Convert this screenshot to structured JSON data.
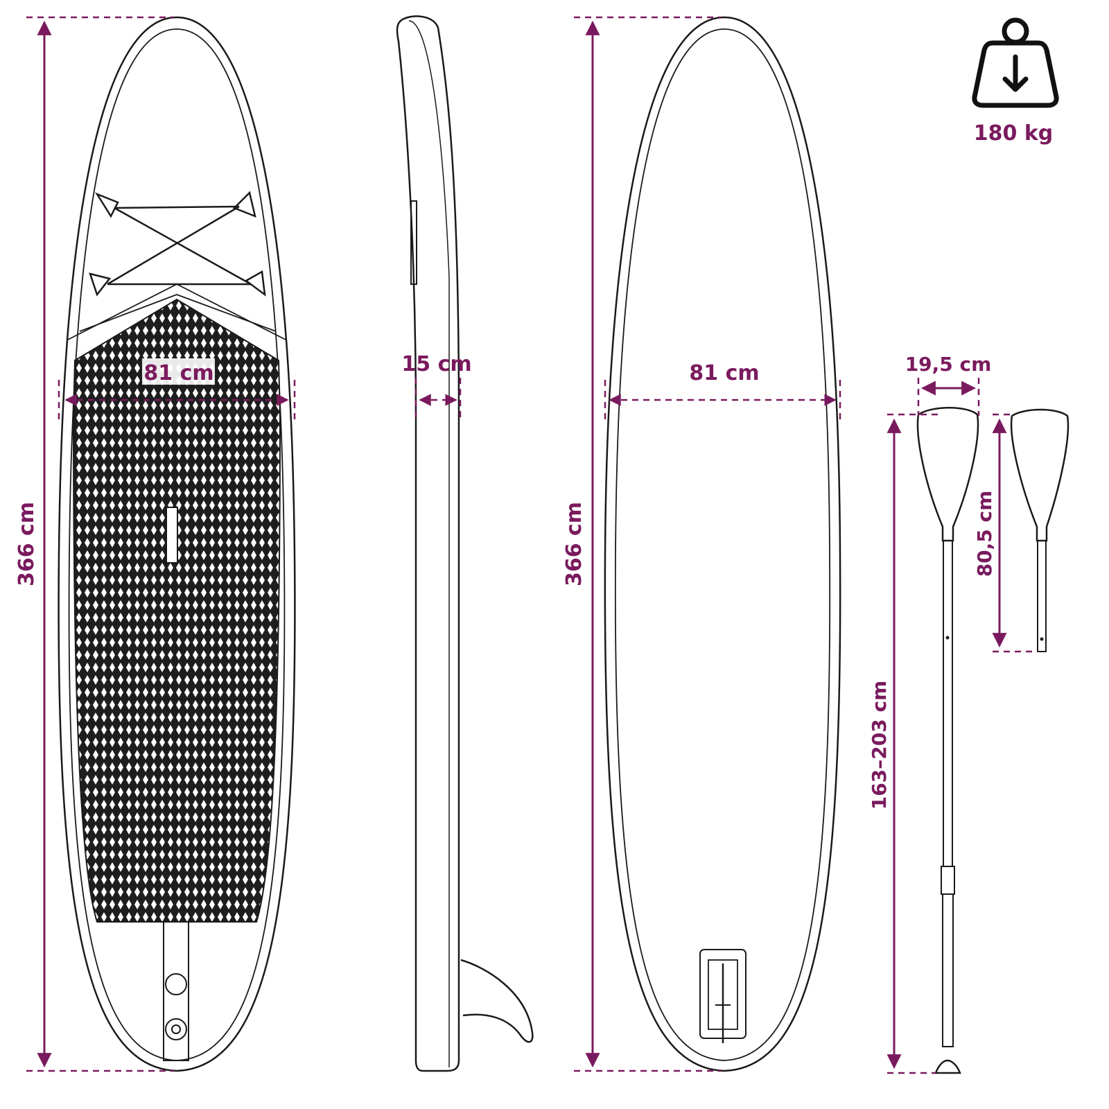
{
  "dimensions": {
    "board_length_front": "366 cm",
    "board_width_front": "81 cm",
    "board_thickness": "15 cm",
    "board_length_back": "366 cm",
    "board_width_back": "81 cm",
    "paddle_blade_width": "19,5 cm",
    "paddle_length": "163–203 cm",
    "paddle_section_length": "80,5 cm"
  },
  "max_load": {
    "value": "180 kg",
    "icon": "weight-icon"
  },
  "colors": {
    "accent": "#7a1a5e",
    "outline": "#1a1a1a"
  }
}
